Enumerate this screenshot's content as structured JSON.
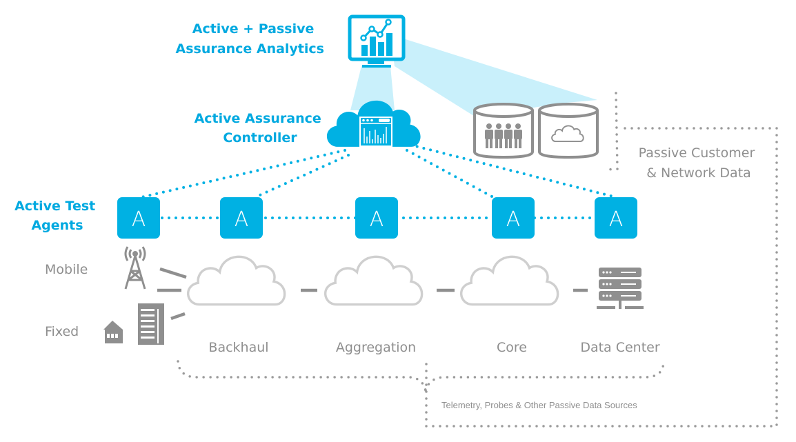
{
  "labels": {
    "analytics": [
      "Active + Passive",
      "Assurance Analytics"
    ],
    "controller": [
      "Active Assurance",
      "Controller"
    ],
    "agents": [
      "Active Test",
      "Agents"
    ],
    "passive_data": [
      "Passive Customer",
      "& Network Data"
    ],
    "mobile": "Mobile",
    "fixed": "Fixed",
    "telemetry": "Telemetry, Probes & Other Passive Data Sources"
  },
  "agents": [
    {
      "letter": "A"
    },
    {
      "letter": "A"
    },
    {
      "letter": "A"
    },
    {
      "letter": "A"
    },
    {
      "letter": "A"
    }
  ],
  "network_segments": [
    {
      "label": "Backhaul"
    },
    {
      "label": "Aggregation"
    },
    {
      "label": "Core"
    },
    {
      "label": "Data Center"
    }
  ],
  "icons": {
    "analytics": "monitor-chart-icon",
    "controller": "cloud-dashboard-icon",
    "customers_db": "database-people-icon",
    "network_db": "database-cloud-icon",
    "mobile": "cell-tower-icon",
    "fixed": "house-building-icon",
    "datacenter": "server-rack-icon"
  },
  "colors": {
    "accent": "#00b1e3",
    "accent_text": "#00a9e0",
    "beam": "#c9f0fb",
    "gray_icon": "#8f8f8f",
    "gray_cloud": "#cfcfcf",
    "gray_text": "#8f8f8f"
  }
}
